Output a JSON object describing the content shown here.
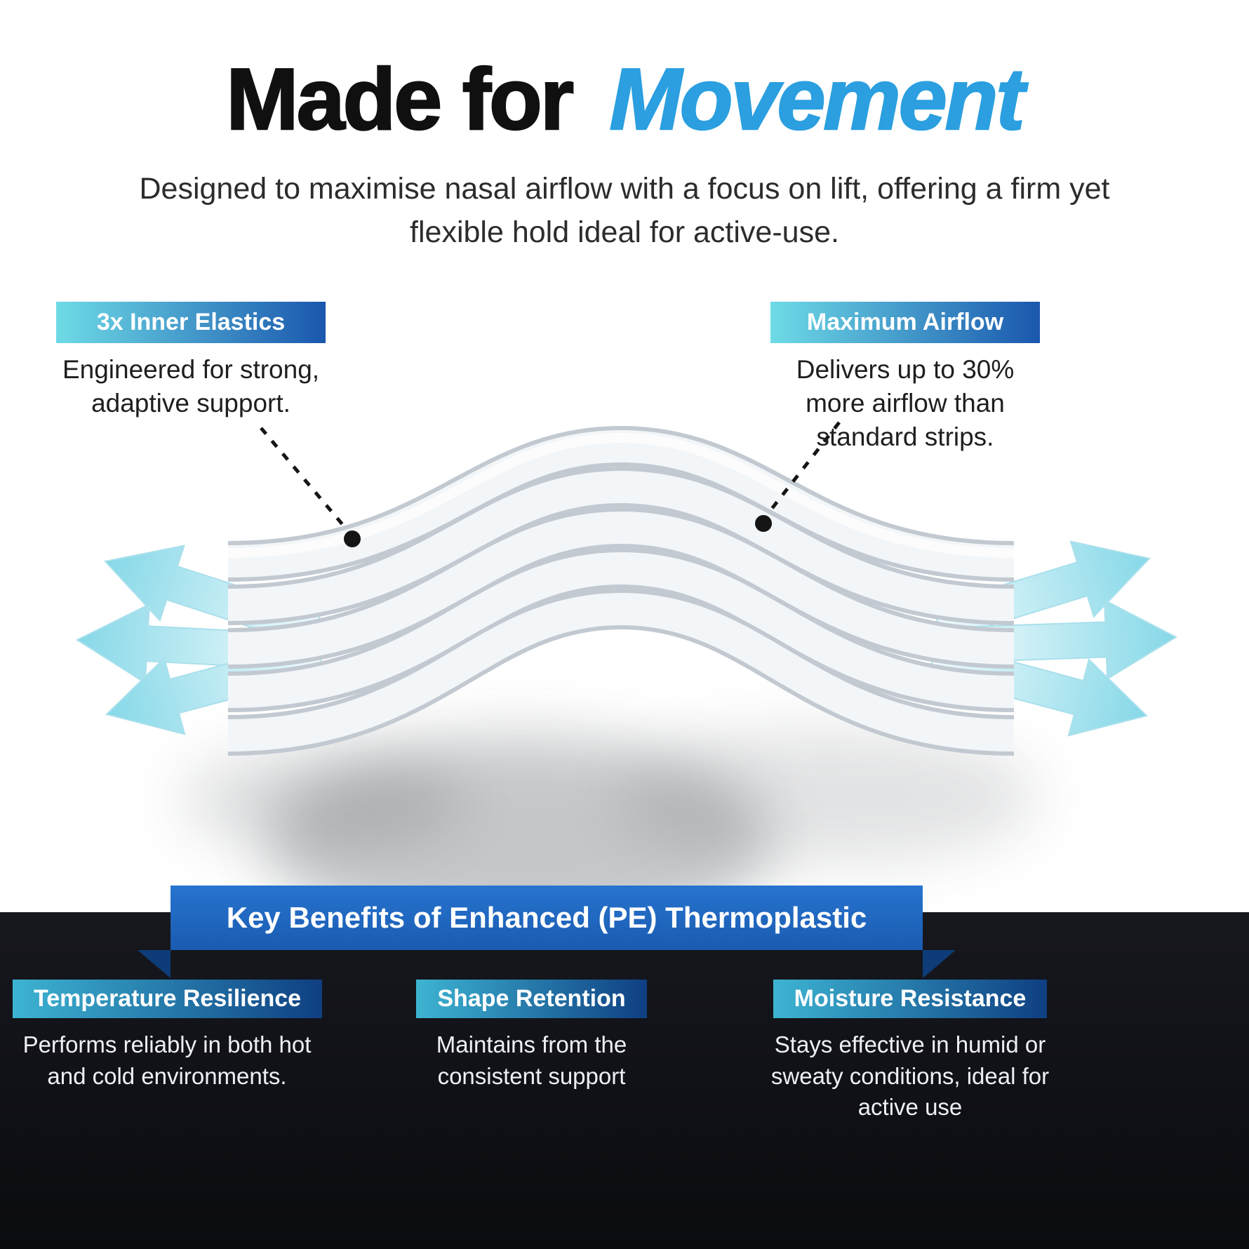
{
  "header": {
    "title_primary": "Made for",
    "title_accent": "Movement",
    "subtitle": "Designed to maximise nasal airflow with a focus on lift, offering a firm yet flexible hold ideal for active-use."
  },
  "callouts": [
    {
      "label": "3x Inner Elastics",
      "description": "Engineered for strong, adaptive support."
    },
    {
      "label": "Maximum Airflow",
      "description": "Delivers up to 30% more airflow than standard strips."
    }
  ],
  "ribbon": {
    "title": "Key Benefits of Enhanced (PE) Thermoplastic"
  },
  "benefits": [
    {
      "label": "Temperature Resilience",
      "description": "Performs reliably in both hot and cold environments."
    },
    {
      "label": "Shape Retention",
      "description": "Maintains from the consistent support"
    },
    {
      "label": "Moisture Resistance",
      "description": "Stays effective in humid or sweaty conditions, ideal for active use"
    }
  ],
  "colors": {
    "accent_blue": "#2b9fe0",
    "callout_gradient_start": "#6edbe6",
    "callout_gradient_end": "#1a57ae",
    "ribbon_blue": "#1e63b8",
    "ribbon_fold": "#0d3c78",
    "bottom_background": "#0e0f14",
    "arrow_cyan": "#86d8e8"
  },
  "icons": {
    "airflow_arrow_left": "left-pointing airflow arrow",
    "airflow_arrow_right": "right-pointing airflow arrow",
    "pointer_dot": "callout pointer dot"
  }
}
